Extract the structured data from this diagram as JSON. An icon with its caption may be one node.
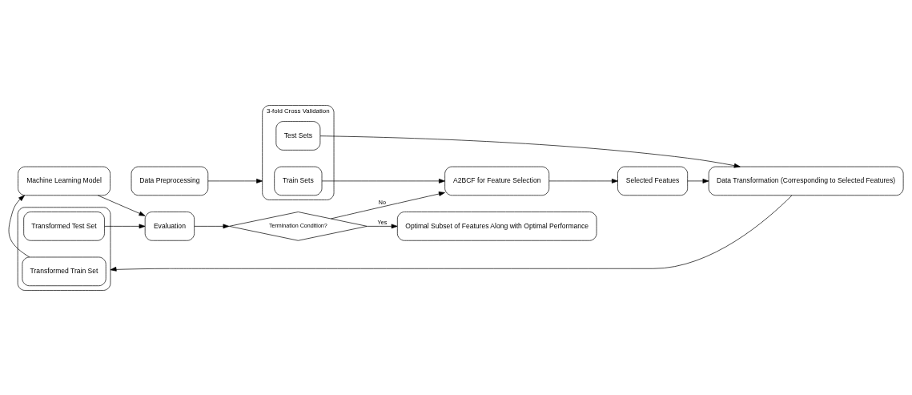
{
  "diagram": {
    "nodes": [
      {
        "text": [
          "Data Preprocessing"
        ]
      },
      {
        "text": [
          "3-fold Cross Validation"
        ]
      },
      {
        "text": [
          "Train Sets"
        ],
        "in": 1
      },
      {
        "text": [
          "Test Sets"
        ],
        "in": 1
      },
      {
        "text": [
          "A2BCF for Feature Selection"
        ]
      },
      {
        "text": [
          "Selected Featues"
        ]
      },
      {
        "text": [
          "Data Transformation (Corresponding to Selected Features)"
        ]
      },
      {
        "text": [
          "Termination Condition?"
        ]
      },
      {
        "text": [
          "Optimal Subset of Features Along with Optimal Performance"
        ]
      },
      {
        "text": [],
        "shape": "box"
      },
      {
        "text": [
          "Transformed Train Set"
        ],
        "in": 9
      },
      {
        "text": [
          "Transformed Test Set"
        ],
        "in": 9
      },
      {
        "text": [
          "Machine Learning Model"
        ]
      },
      {
        "text": [
          "Evaluation"
        ]
      }
    ],
    "edges": [
      {
        "from": 0,
        "to": 1,
        "arrow": "to"
      },
      {
        "from": 2,
        "to": 4,
        "arrow": "to"
      },
      {
        "from": 4,
        "to": 5,
        "arrow": "to"
      },
      {
        "from": 5,
        "to": 6,
        "arrow": "to"
      },
      {
        "from": 3,
        "to": 6,
        "arrow": "to"
      },
      {
        "from": 7,
        "to": 8,
        "arrow": "to",
        "label": "Yes"
      },
      {
        "from": 7,
        "to": 4,
        "arrow": "to",
        "label": "No"
      },
      {
        "from": 6,
        "to": 9,
        "arrow": "to"
      },
      {
        "from": 10,
        "to": 12,
        "arrow": "to"
      },
      {
        "from": 12,
        "to": 13,
        "arrow": "to"
      },
      {
        "from": 11,
        "to": 13,
        "arrow": "to"
      },
      {
        "from": 13,
        "to": 7,
        "arrow": "to"
      }
    ]
  }
}
